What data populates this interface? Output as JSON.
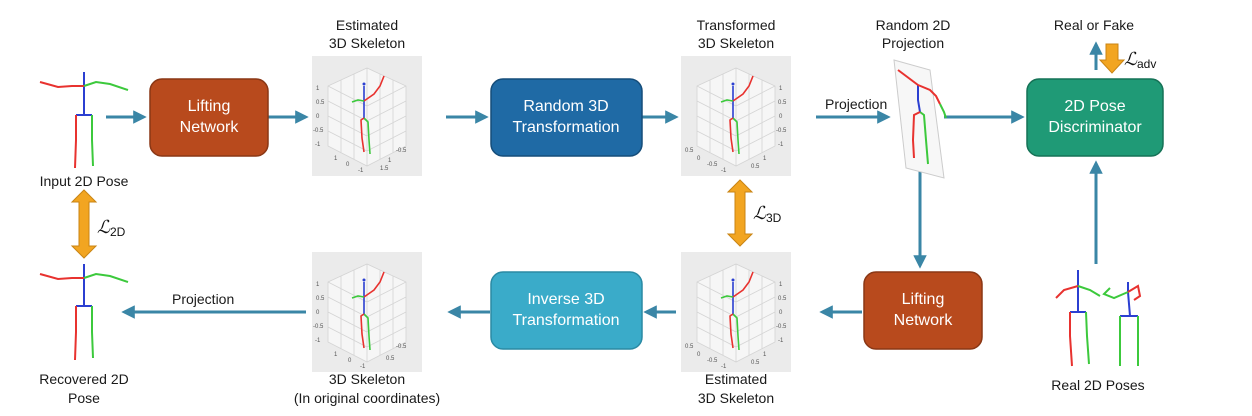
{
  "colors": {
    "lifting": "#b84a1d",
    "random3d": "#1f6aa5",
    "discriminator": "#1f9a76",
    "inverse3d": "#3aabc9",
    "connector": "#3a86a6",
    "loss_arrow": "#f2a521",
    "limb_red": "#e8322f",
    "limb_green": "#3cc93c",
    "limb_blue": "#2b3fd1"
  },
  "boxes": {
    "lifting_top": [
      "Lifting",
      "Network"
    ],
    "random_transform": [
      "Random 3D",
      "Transformation"
    ],
    "discriminator": [
      "2D Pose",
      "Discriminator"
    ],
    "inverse_transform": [
      "Inverse 3D",
      "Transformation"
    ],
    "lifting_bottom": [
      "Lifting",
      "Network"
    ]
  },
  "captions": {
    "input_pose": "Input 2D Pose",
    "estimated_top": [
      "Estimated",
      "3D Skeleton"
    ],
    "transformed": [
      "Transformed",
      "3D Skeleton"
    ],
    "random_projection": [
      "Random 2D",
      "Projection"
    ],
    "real_or_fake": "Real or Fake",
    "recovered": [
      "Recovered 2D",
      "Pose"
    ],
    "skeleton_original": [
      "3D Skeleton",
      "(In original coordinates)"
    ],
    "estimated_bottom": [
      "Estimated",
      "3D Skeleton"
    ],
    "real_poses": "Real 2D Poses"
  },
  "edge_labels": {
    "projection_top": "Projection",
    "projection_bottom": "Projection"
  },
  "losses": {
    "l2d": {
      "symbol": "ℒ",
      "sub": "2D"
    },
    "l3d": {
      "symbol": "ℒ",
      "sub": "3D"
    },
    "ladv": {
      "symbol": "ℒ",
      "sub": "adv"
    }
  },
  "plot_ticks": {
    "estimated_top": {
      "left": [
        "1",
        "0.5",
        "0",
        "-0.5",
        "-1"
      ],
      "bottom": [
        "1",
        "0",
        "-1",
        "-0.5",
        "1",
        "1.5"
      ]
    },
    "transformed": {
      "right": [
        "1",
        "0.5",
        "0",
        "-0.5",
        "-1"
      ],
      "bottom": [
        "0.5",
        "0",
        "-0.5",
        "-1",
        "0.5",
        "1"
      ]
    },
    "original": {
      "left": [
        "1",
        "0.5",
        "0",
        "-0.5",
        "-1"
      ],
      "bottom": [
        "1",
        "0",
        "-1",
        "-0.5",
        "0.5"
      ]
    },
    "estimated_bottom": {
      "right": [
        "1",
        "0.5",
        "0",
        "-0.5",
        "-1"
      ],
      "bottom": [
        "0.5",
        "0",
        "-0.5",
        "-1",
        "0.5",
        "1"
      ]
    }
  }
}
